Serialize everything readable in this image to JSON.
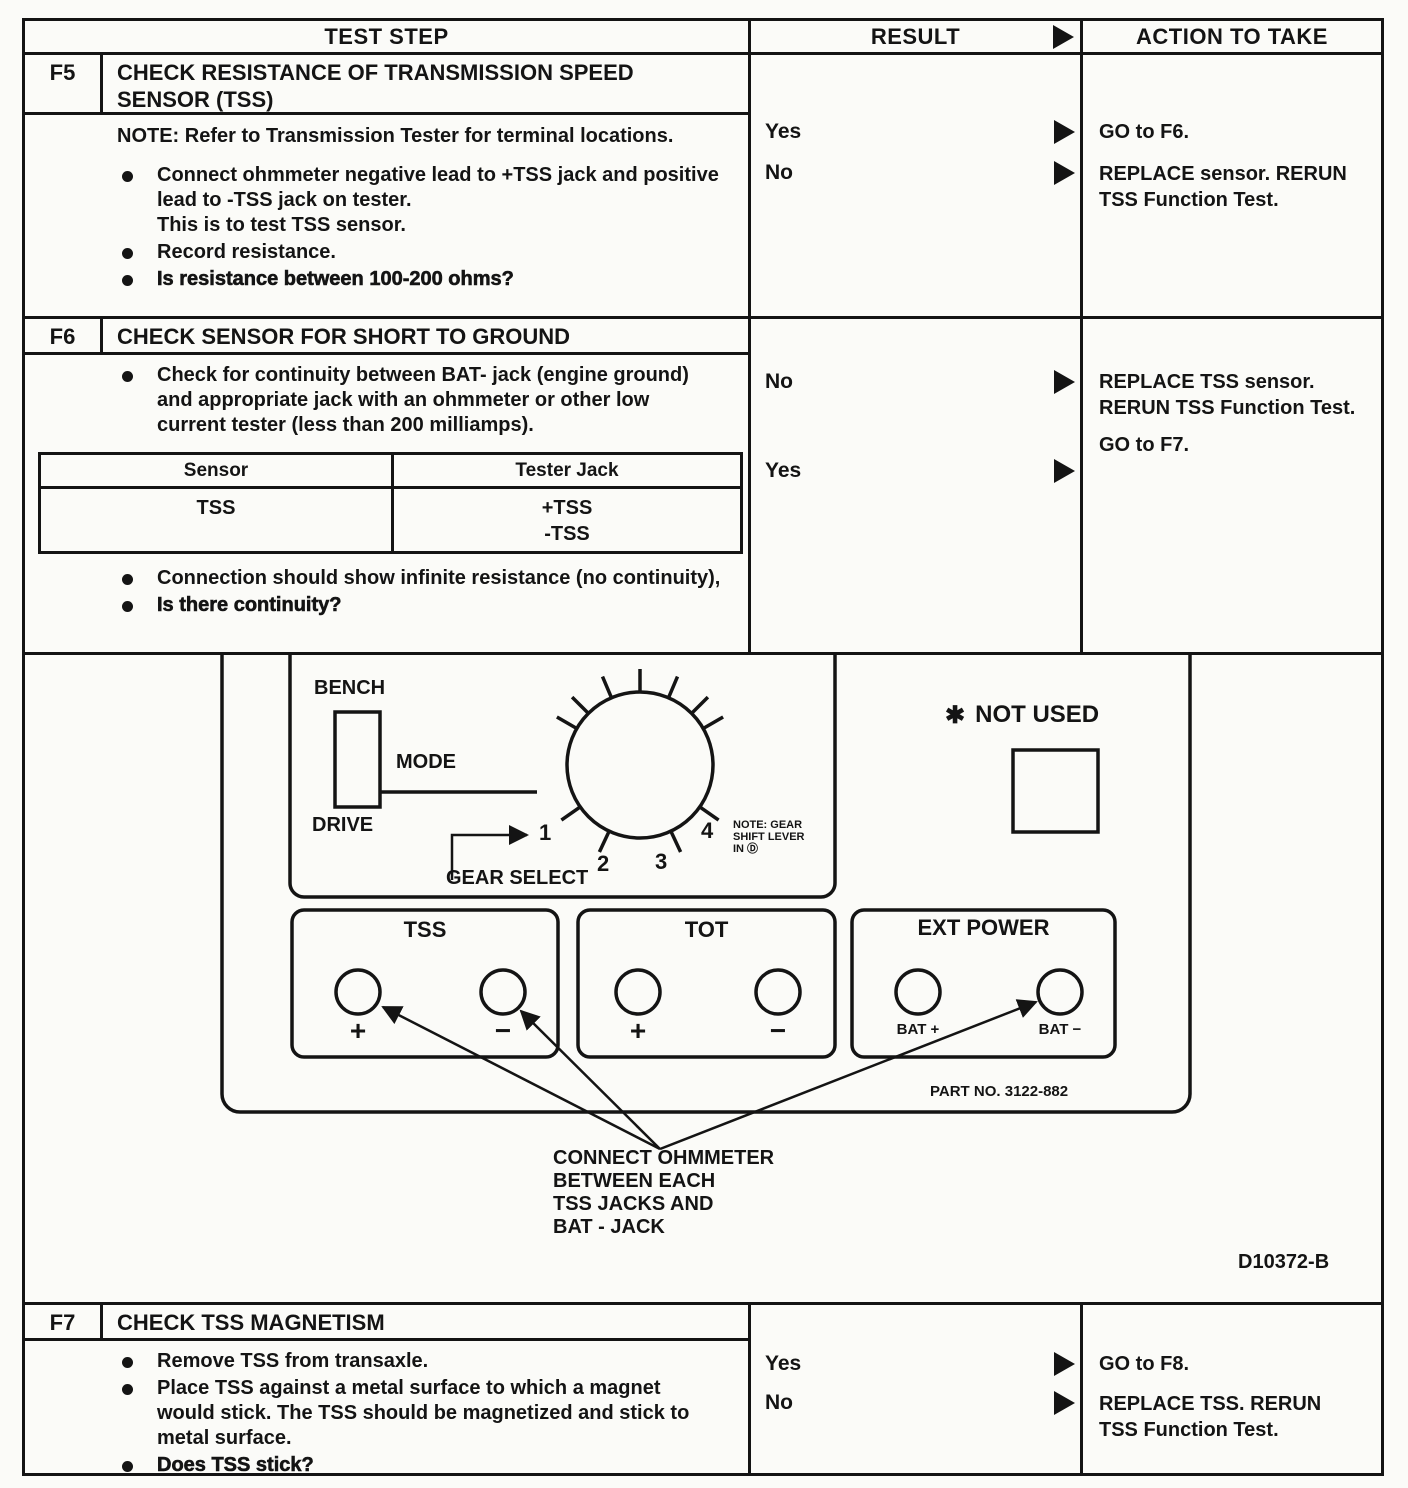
{
  "header": {
    "test_step": "TEST STEP",
    "result": "RESULT",
    "action": "ACTION TO TAKE"
  },
  "steps": {
    "f5": {
      "id": "F5",
      "title": "CHECK RESISTANCE OF TRANSMISSION SPEED SENSOR (TSS)",
      "note": "NOTE: Refer to Transmission Tester for terminal locations.",
      "bullets": [
        {
          "text": "Connect ohmmeter negative lead to +TSS jack and positive lead to -TSS jack on tester.\nThis is to test TSS sensor."
        },
        {
          "text": "Record resistance."
        },
        {
          "text": "Is resistance between 100-200 ohms?"
        }
      ],
      "results": [
        {
          "label": "Yes",
          "action": "GO to F6."
        },
        {
          "label": "No",
          "action": "REPLACE sensor. RERUN TSS Function Test."
        }
      ]
    },
    "f6": {
      "id": "F6",
      "title": "CHECK SENSOR FOR SHORT TO GROUND",
      "bullets_before": [
        {
          "text": "Check for continuity between BAT- jack (engine ground) and appropriate jack with an ohmmeter or other low current tester (less than 200 milliamps)."
        }
      ],
      "table": {
        "headers": [
          "Sensor",
          "Tester Jack"
        ],
        "rows": [
          [
            "TSS",
            "+TSS\n-TSS"
          ]
        ]
      },
      "bullets_after": [
        {
          "text": "Connection should show infinite resistance (no continuity),"
        },
        {
          "text": "Is there continuity?"
        }
      ],
      "results": [
        {
          "label": "No",
          "action": "REPLACE TSS sensor. RERUN TSS Function Test."
        },
        {
          "label": "Yes",
          "action": "GO to F7."
        }
      ]
    },
    "f7": {
      "id": "F7",
      "title": "CHECK TSS MAGNETISM",
      "bullets": [
        {
          "text": "Remove TSS from transaxle."
        },
        {
          "text": "Place TSS against a metal surface to which a magnet would stick. The TSS should be magnetized and stick to metal surface."
        },
        {
          "text": "Does TSS stick?"
        }
      ],
      "results": [
        {
          "label": "Yes",
          "action": "GO to F8."
        },
        {
          "label": "No",
          "action": "REPLACE TSS. RERUN TSS Function Test."
        }
      ]
    }
  },
  "diagram": {
    "bench_label": "BENCH",
    "mode_label": "MODE",
    "drive_label": "DRIVE",
    "gear_select_label": "GEAR SELECT",
    "gear_numbers": [
      "1",
      "2",
      "3",
      "4"
    ],
    "gear_note": "NOTE: GEAR\nSHIFT LEVER\nIN Ⓓ",
    "not_used_star": "✱",
    "not_used_label": "NOT USED",
    "panels": [
      {
        "title": "TSS",
        "left_jack": "+",
        "right_jack": "−"
      },
      {
        "title": "TOT",
        "left_jack": "+",
        "right_jack": "−"
      },
      {
        "title": "EXT POWER",
        "left_jack": "BAT +",
        "right_jack": "BAT −"
      }
    ],
    "part_no": "PART NO. 3122-882",
    "callout": "CONNECT OHMMETER\nBETWEEN EACH\nTSS JACKS AND\nBAT - JACK",
    "figure_id": "D10372-B"
  }
}
